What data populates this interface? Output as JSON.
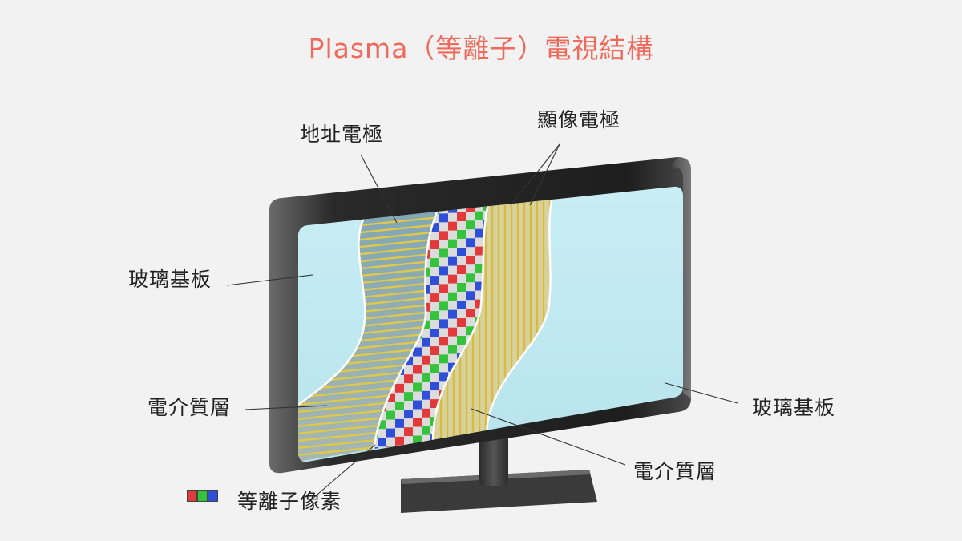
{
  "title": "Plasma（等離子）電視結構",
  "labels": {
    "address_electrode": "地址電極",
    "display_electrode": "顯像電極",
    "glass_left": "玻璃基板",
    "glass_right": "玻璃基板",
    "dielectric_left": "電介質層",
    "dielectric_right": "電介質層",
    "pixel_legend": "等離子像素"
  },
  "colors": {
    "title": "#ee6a5b",
    "glass": "#c6ecf3",
    "stripe": "#e0c84a",
    "pixel_red": "#e23a3a",
    "pixel_green": "#35c23d",
    "pixel_blue": "#2f4fd8",
    "frame": "#2b2b2b"
  }
}
